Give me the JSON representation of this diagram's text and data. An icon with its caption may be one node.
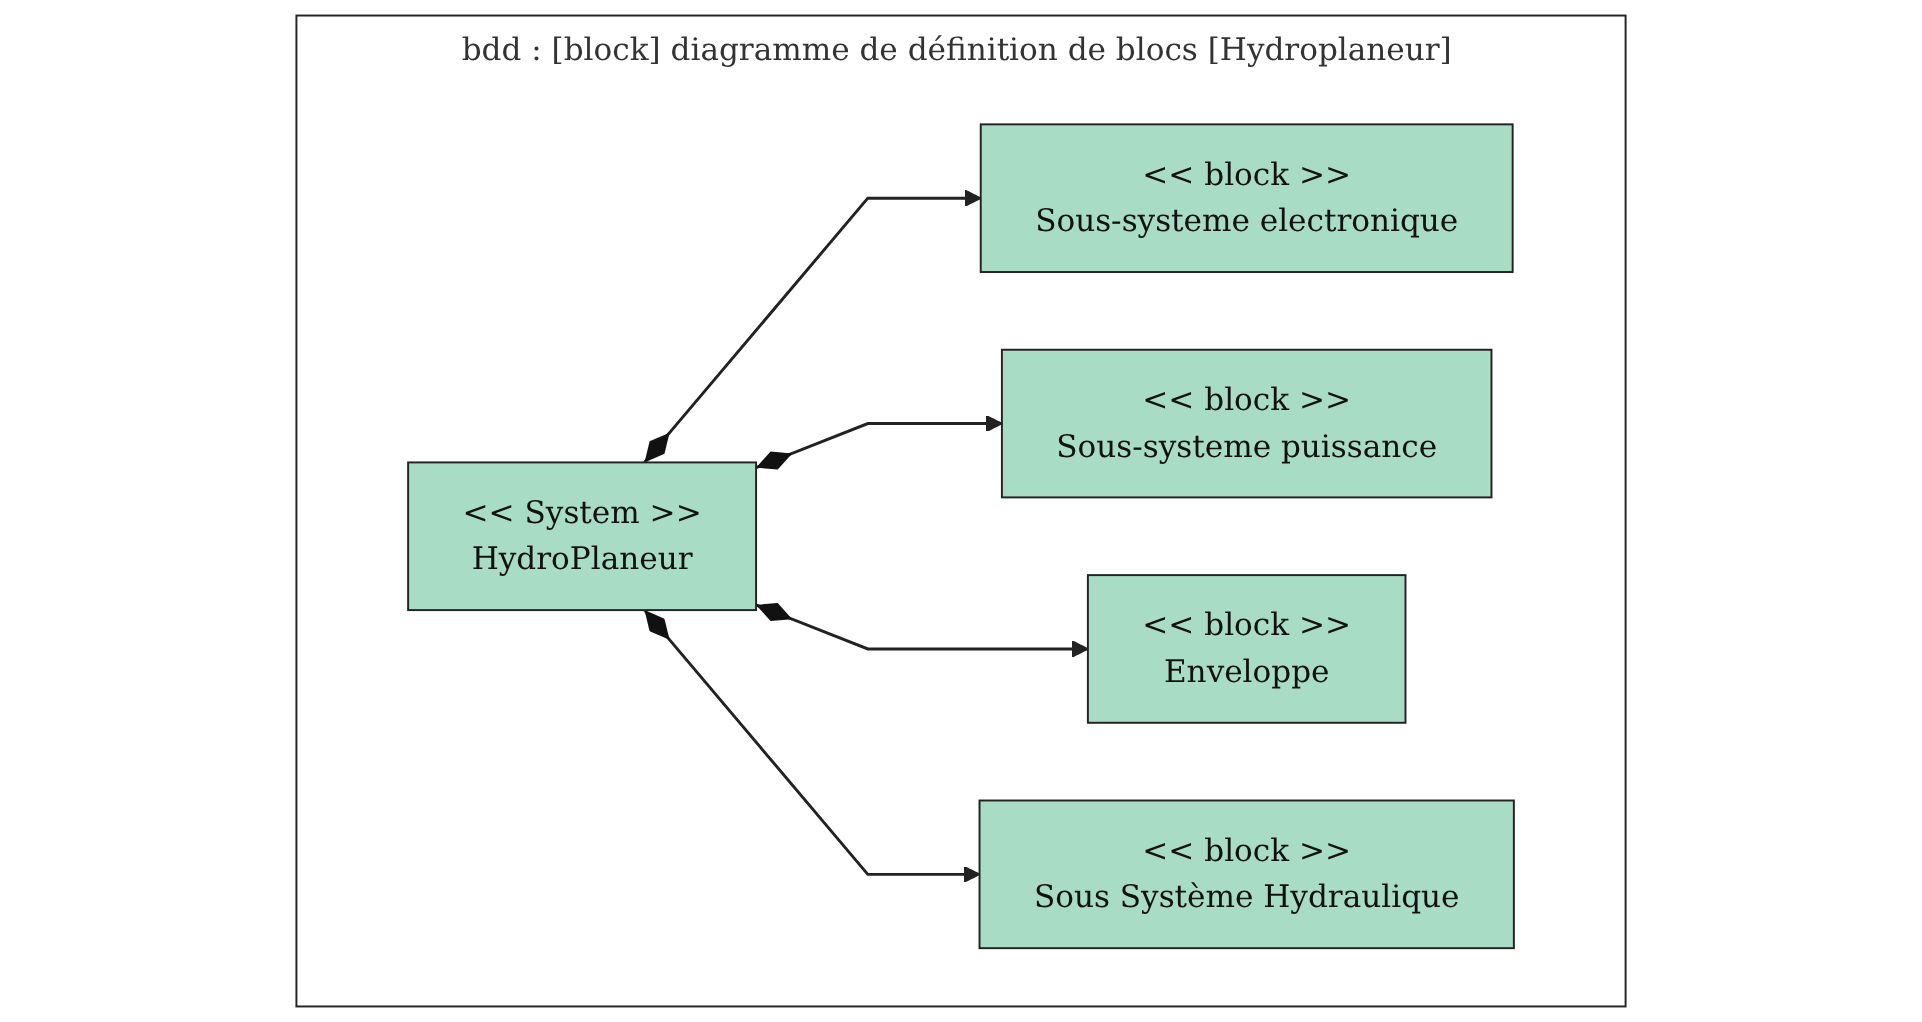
{
  "diagram": {
    "nodes": [
      {
        "text": [
          "bdd : [block] diagramme de définition de blocs [Hydroplaneur]"
        ]
      },
      {
        "text": [
          "<< block >>",
          "Sous-systeme electronique"
        ],
        "in": 0
      },
      {
        "text": [
          "<< block >>",
          "Sous-systeme puissance"
        ],
        "in": 0
      },
      {
        "text": [
          "<< System >>",
          "HydroPlaneur"
        ],
        "in": 0
      },
      {
        "text": [
          "<< block >>",
          "Enveloppe"
        ],
        "in": 0
      },
      {
        "text": [
          "<< block >>",
          "Sous Système Hydraulique"
        ],
        "in": 0
      }
    ],
    "edges": [
      {
        "from": 3,
        "to": 1,
        "arrow": "to"
      },
      {
        "from": 3,
        "to": 2,
        "arrow": "to"
      },
      {
        "from": 3,
        "to": 4,
        "arrow": "to"
      },
      {
        "from": 3,
        "to": 5,
        "arrow": "to"
      }
    ]
  }
}
